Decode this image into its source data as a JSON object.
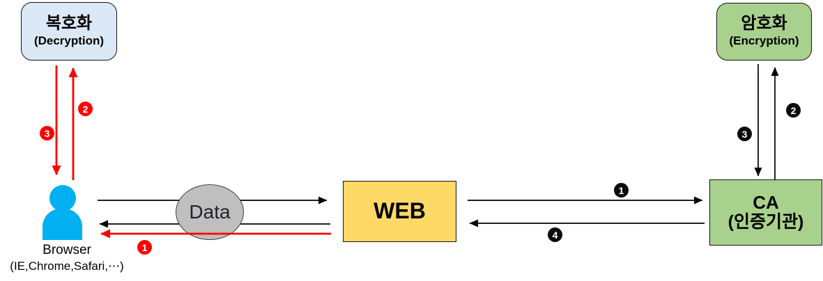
{
  "diagram": {
    "decryption_box": {
      "title": "복호화",
      "subtitle": "(Decryption)"
    },
    "encryption_box": {
      "title": "암호화",
      "subtitle": "(Encryption)"
    },
    "web_box": {
      "label": "WEB"
    },
    "ca_box": {
      "title": "CA",
      "subtitle": "(인증기관)"
    },
    "data_ellipse": {
      "label": "Data"
    },
    "browser": {
      "label": "Browser",
      "sublabel": "(IE,Chrome,Safari,⋯)"
    },
    "badges": {
      "red_step_1": "1",
      "red_step_2": "2",
      "red_step_3": "3",
      "black_step_1": "1",
      "black_step_2": "2",
      "black_step_3": "3",
      "black_step_4": "4"
    },
    "colors": {
      "decryption_fill": "#dbe9f6",
      "encryption_fill": "#a9d18e",
      "web_fill": "#ffd966",
      "ca_fill": "#a9d18e",
      "data_fill": "#bfbfbf",
      "person": "#00b0f0",
      "arrow_red": "#ff0000",
      "arrow_black": "#000000"
    }
  }
}
